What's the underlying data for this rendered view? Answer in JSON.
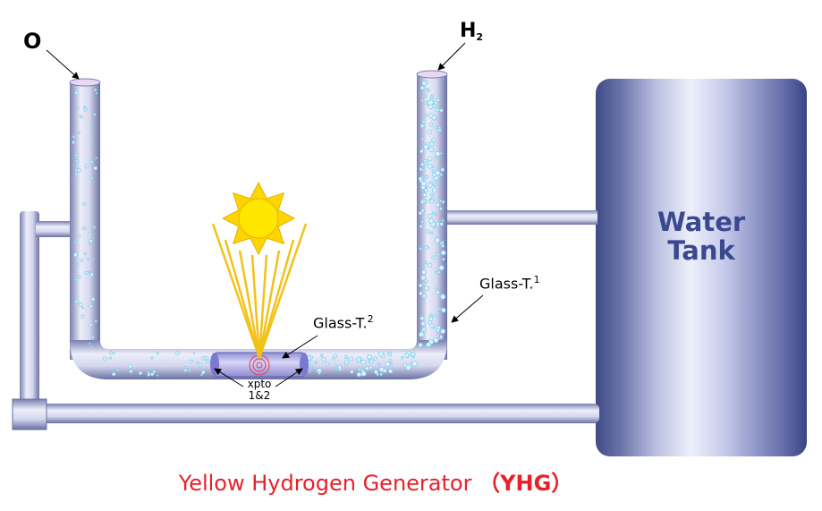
{
  "labels": {
    "oxygen": "O",
    "hydrogen": "H",
    "hydrogen_sub": "2",
    "water_tank_line1": "Water",
    "water_tank_line2": "Tank",
    "glass_t1": "Glass-T.",
    "glass_t1_sup": "1",
    "glass_t2": "Glass-T.",
    "glass_t2_sup": "2",
    "xpto_line1": "xpto",
    "xpto_line2": "1&2"
  },
  "caption": {
    "text": "Yellow Hydrogen Generator",
    "abbr": "（YHG）"
  },
  "colors": {
    "pipe_light": "#dde0f4",
    "pipe_dark": "#6f76a8",
    "tank_dark": "#3f4a86",
    "tank_light": "#eef0fb",
    "sun_fill": "#ffe600",
    "sun_ray": "#f2c21a",
    "caption": "#e8202a",
    "tank_text": "#3a4890",
    "bubble": "#7fd0ee"
  }
}
